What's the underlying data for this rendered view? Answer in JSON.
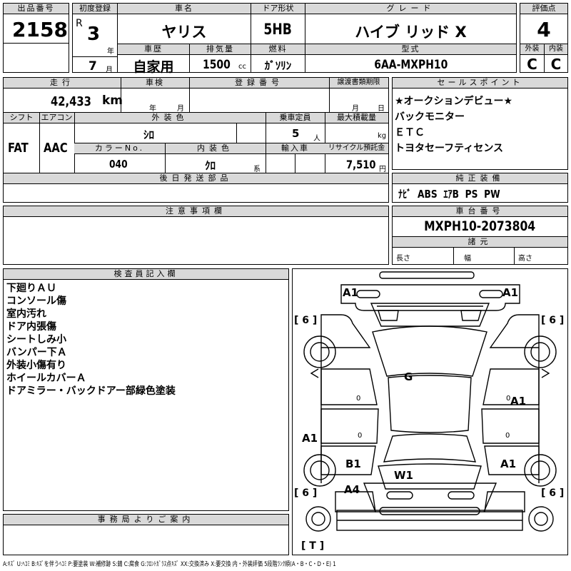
{
  "header": {
    "lot_label": "出品番号",
    "lot_value": "2158",
    "first_reg_label": "初度登録",
    "era": "R",
    "year": "3",
    "year_unit": "年",
    "month": "7",
    "month_unit": "月",
    "car_name_label": "車名",
    "car_name": "ヤリス",
    "door_label": "ドア形状",
    "door": "5HB",
    "grade_label": "グレード",
    "grade": "ハイブ リッド X",
    "score_label": "評価点",
    "score": "4",
    "history_label": "車歴",
    "history": "自家用",
    "displacement_label": "排気量",
    "displacement": "1500",
    "displacement_unit": "cc",
    "fuel_label": "燃料",
    "fuel": "ｶﾞｿﾘﾝ",
    "model_label": "型式",
    "model": "6AA-MXPH10",
    "exterior_label": "外装",
    "exterior": "C",
    "interior_label": "内装",
    "interior": "C"
  },
  "details": {
    "mileage_label": "走行",
    "mileage": "42,433",
    "mileage_unit": "km",
    "inspection_label": "車検",
    "inspection_year": "年",
    "inspection_month": "月",
    "plate_label": "登録番号",
    "transfer_label": "譲渡書類期限",
    "transfer_month": "月",
    "transfer_day": "日",
    "shift_label": "シフト",
    "shift": "FAT",
    "ac_label": "エアコン",
    "ac": "AAC",
    "color_label": "外装色",
    "color": "ｼﾛ",
    "capacity_label": "乗車定員",
    "capacity": "5",
    "capacity_unit": "人",
    "load_label": "最大積載量",
    "load_unit": "kg",
    "color_no_label": "カラーNo.",
    "color_no": "040",
    "interior_color_label": "内装色",
    "interior_color": "ｸﾛ",
    "interior_color_unit": "系",
    "import_label": "輸入車",
    "recycle_label": "リサイクル預託金",
    "recycle": "7,510",
    "recycle_unit": "円",
    "later_parts_label": "後日発送部品"
  },
  "sales": {
    "label": "セールスポイント",
    "items": [
      "★オークションデビュー★",
      "バックモニター",
      "ＥＴＣ",
      "トヨタセーフティセンス"
    ]
  },
  "equipment": {
    "label": "純正装備",
    "items": [
      "ﾅﾋﾞ",
      "ABS",
      "ｴｱB",
      "PS",
      "PW"
    ]
  },
  "notes": {
    "label": "注意事項欄"
  },
  "chassis": {
    "label": "車台番号",
    "value": "MXPH10-2073804",
    "spec_label": "諸元",
    "length": "長さ",
    "width": "幅",
    "height": "高さ"
  },
  "inspector": {
    "label": "検査員記入欄",
    "items": [
      "下廻りＡＵ",
      "コンソール傷",
      "室内汚れ",
      "ドア内張傷",
      "シートしみ小",
      "バンパー下Ａ",
      "外装小傷有り",
      "ホイールカバーＡ",
      "ドアミラー・バックドアー部緑色塗装"
    ]
  },
  "office": {
    "label": "事務局よりご案内"
  },
  "diagram": {
    "marks": [
      "A1",
      "A1",
      "G",
      "A1",
      "A1",
      "B1",
      "A1",
      "W1",
      "A4"
    ],
    "tires": [
      "[ 6 ]",
      "[ 6 ]",
      "[ 6 ]",
      "[ 6 ]"
    ],
    "zeros": [
      "0",
      "0",
      "0",
      "0"
    ],
    "spare": "[ T ]"
  },
  "legend": "A:ｷｽﾞ  U:ﾍｺﾐ  B:ｷｽﾞを伴うﾍｺﾐ  P:要塗装  W:補修跡  S:錆  C:腐食  G:ﾌﾛﾝﾄｶﾞﾗｽ点ｷｽﾞ  XX:交換済み  X:要交換   内・外装評価  5段階ﾗﾝｸ順(A・B・C・D・E)  1"
}
